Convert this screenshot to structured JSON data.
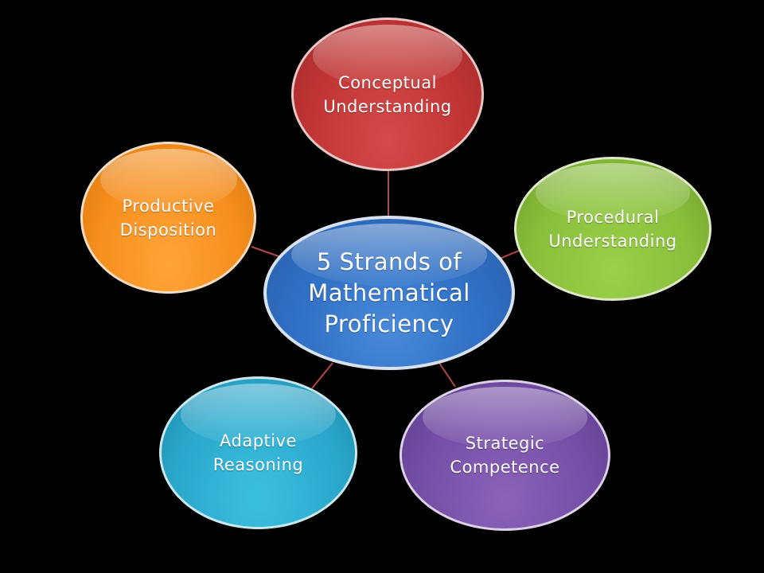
{
  "diagram": {
    "center": {
      "label": "5 Strands of\nMathematical\nProficiency",
      "color": "#2f6fc4"
    },
    "strands": [
      {
        "id": "conceptual",
        "label": "Conceptual\nUnderstanding",
        "color": "#c13434"
      },
      {
        "id": "procedural",
        "label": "Procedural\nUnderstanding",
        "color": "#88be3a"
      },
      {
        "id": "strategic",
        "label": "Strategic\nCompetence",
        "color": "#744ea6"
      },
      {
        "id": "adaptive",
        "label": "Adaptive\nReasoning",
        "color": "#2aa8cc"
      },
      {
        "id": "productive",
        "label": "Productive\nDisposition",
        "color": "#f58e1c"
      }
    ],
    "connector_color": "#b5474a",
    "background_color": "#000000"
  }
}
